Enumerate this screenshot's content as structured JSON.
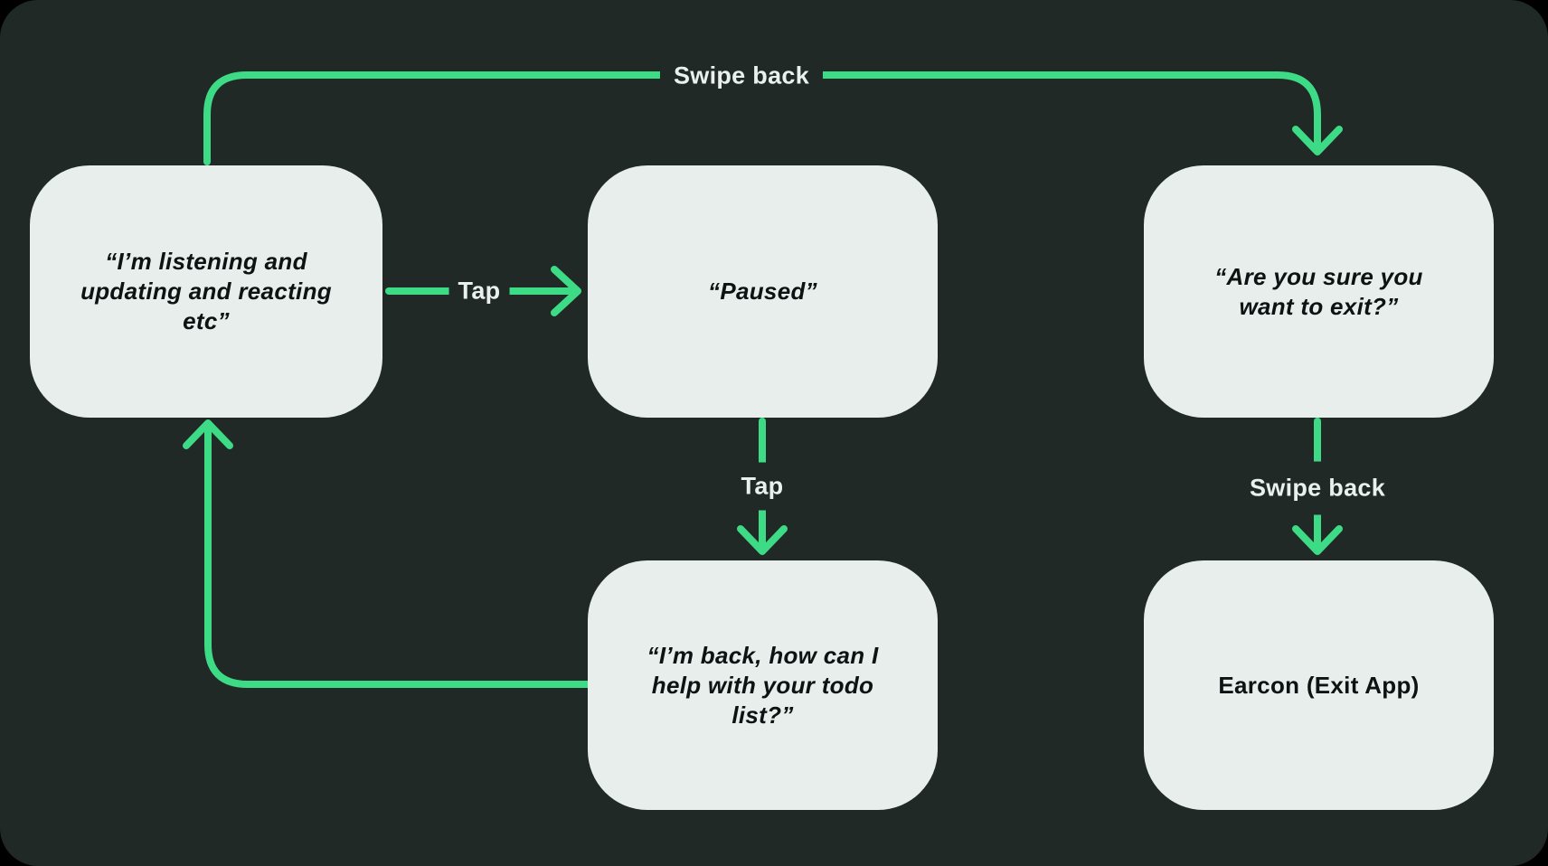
{
  "colors": {
    "background": "#000000",
    "panel": "#212927",
    "connector": "#3EDB87",
    "node_fill": "#E7EEEB",
    "node_text": "#0C1312",
    "label_text": "#EAF0ED"
  },
  "nodes": [
    {
      "id": "listening",
      "text": "“I’m listening and\nupdating and reacting\netc”"
    },
    {
      "id": "paused",
      "text": "“Paused”"
    },
    {
      "id": "exit-confirm",
      "text": "“Are you sure you\nwant to exit?”"
    },
    {
      "id": "back",
      "text": "“I’m back, how can I\nhelp with your todo\nlist?”"
    },
    {
      "id": "earcon",
      "text": "Earcon (Exit App)"
    }
  ],
  "connectors": [
    {
      "id": "swipe-back-top",
      "label": "Swipe back",
      "from": "listening",
      "to": "exit-confirm"
    },
    {
      "id": "tap-right",
      "label": "Tap",
      "from": "listening",
      "to": "paused"
    },
    {
      "id": "tap-down",
      "label": "Tap",
      "from": "paused",
      "to": "back"
    },
    {
      "id": "swipe-back-down",
      "label": "Swipe back",
      "from": "exit-confirm",
      "to": "earcon"
    },
    {
      "id": "loop-back",
      "label": "",
      "from": "back",
      "to": "listening"
    }
  ]
}
